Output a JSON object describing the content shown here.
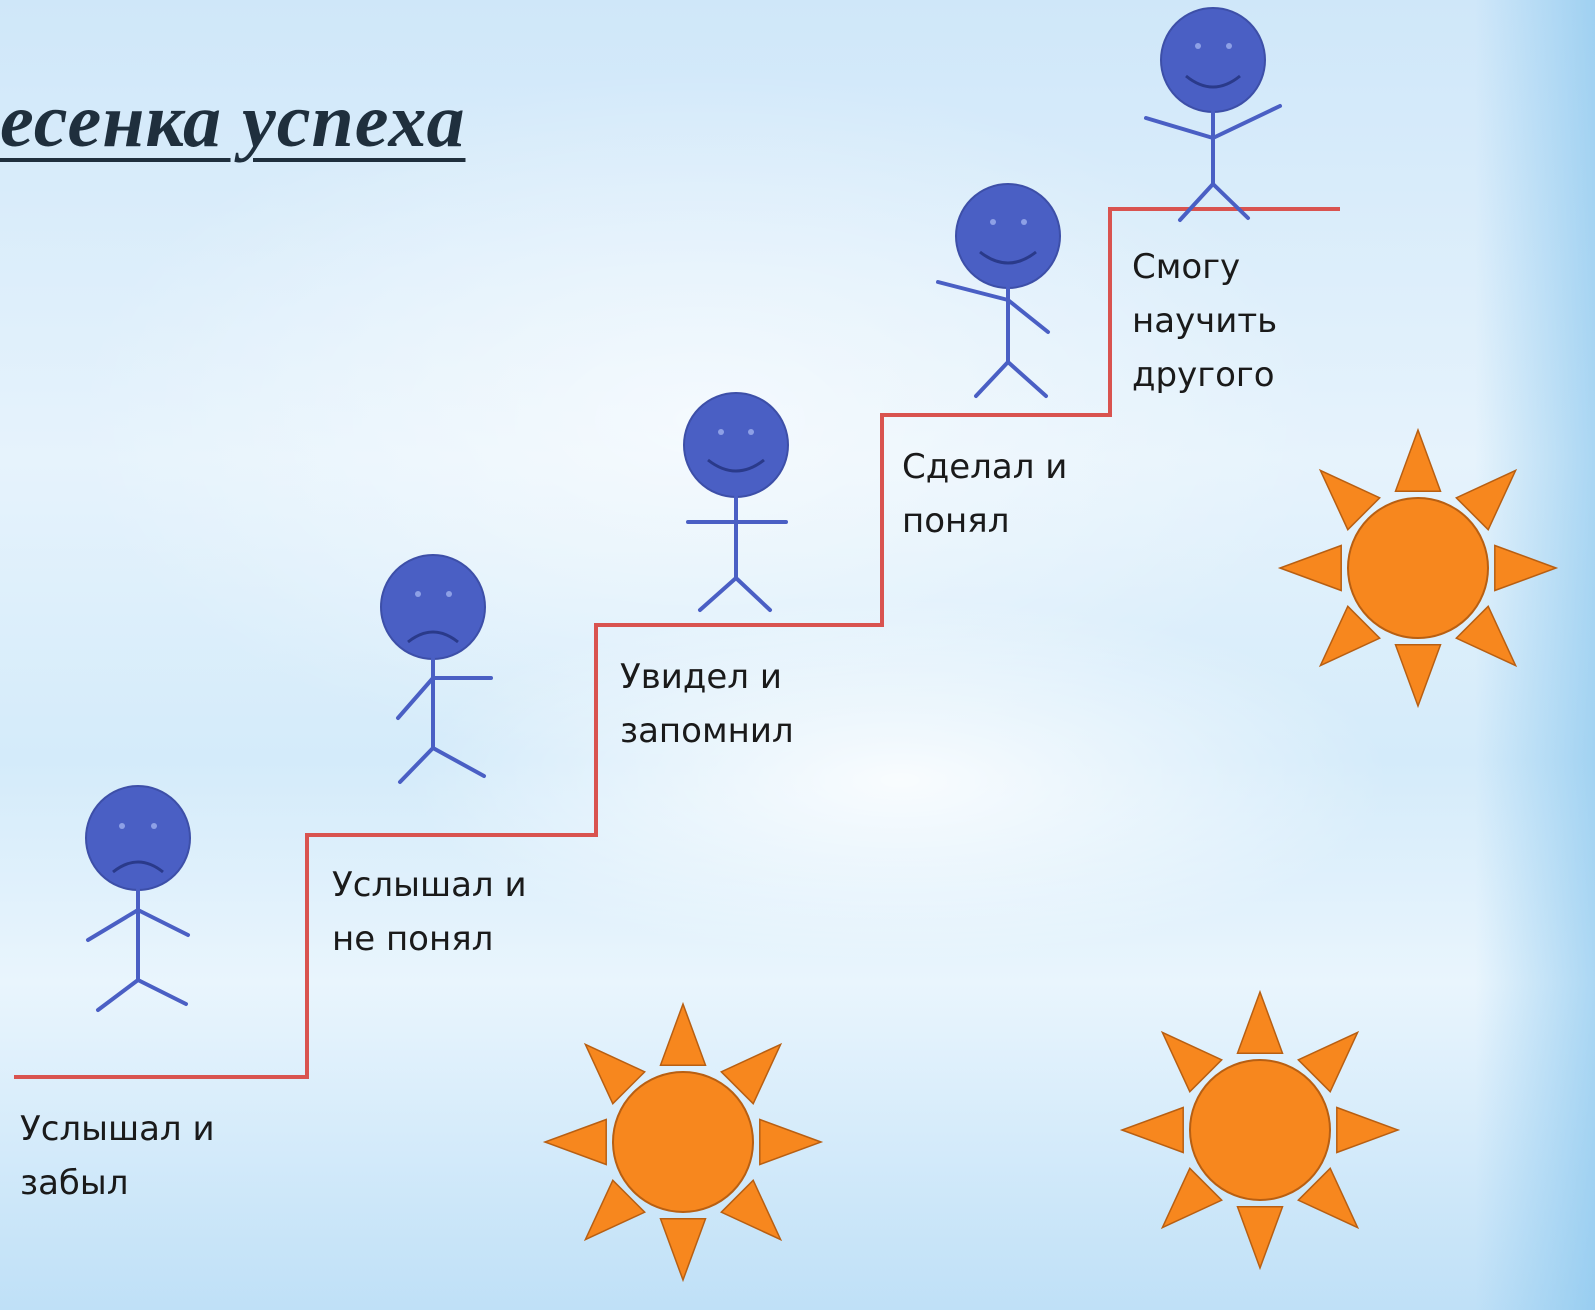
{
  "title": "есенка успеха",
  "colors": {
    "stair_line": "#d9534f",
    "figure_fill": "#4a5fc4",
    "figure_stroke": "#3d4fa8",
    "sun_fill": "#f7871e",
    "sun_stroke": "#b85f12"
  },
  "steps": [
    {
      "line1": "Услышал и",
      "line2": "забыл",
      "face": "sad"
    },
    {
      "line1": "Услышал и",
      "line2": "не понял",
      "face": "sad"
    },
    {
      "line1": "Увидел и",
      "line2": "запомнил",
      "face": "smile"
    },
    {
      "line1": "Сделал и",
      "line2": "понял",
      "face": "smile"
    },
    {
      "line1": "Смогу",
      "line2": "научить",
      "line3": "другого",
      "face": "smile"
    }
  ],
  "decorations": [
    "sun-icon",
    "sun-icon",
    "sun-icon"
  ]
}
